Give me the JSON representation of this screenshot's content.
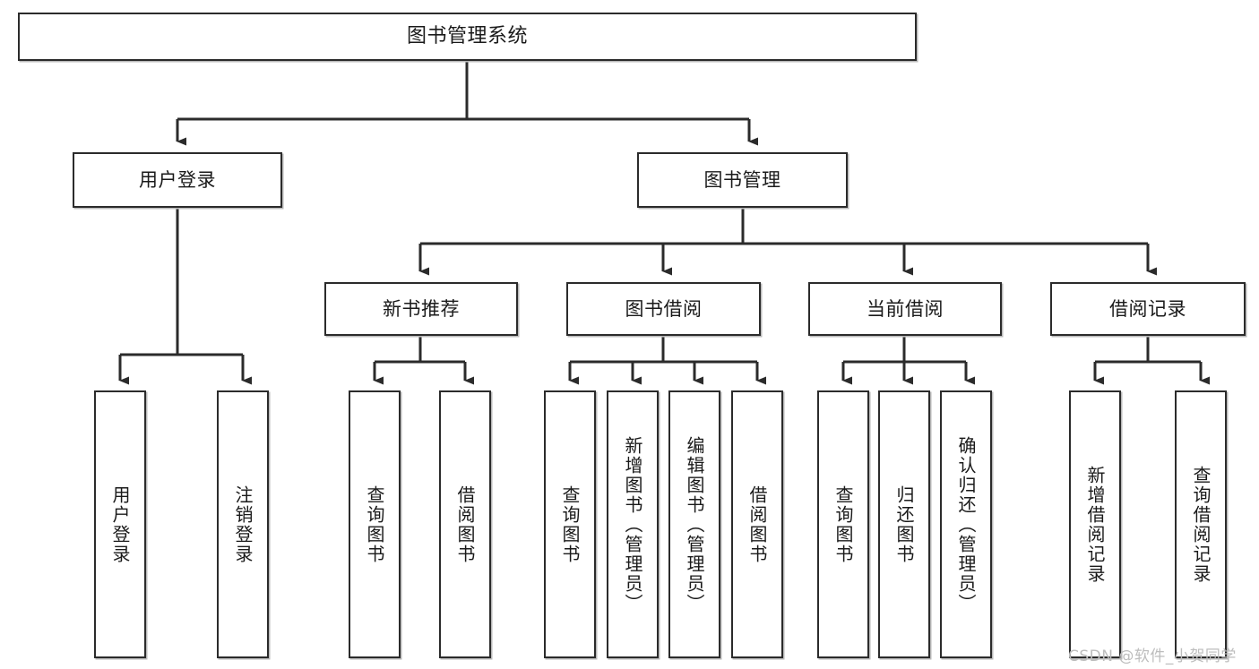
{
  "diagram": {
    "title": "图书管理系统",
    "type": "tree-hierarchy-chart",
    "watermark": "CSDN @软件_小贺同学",
    "colors": {
      "box_border": "#2b2b2b",
      "box_fill": "#ffffff",
      "connector": "#2b2b2b",
      "text": "#1a1a1a",
      "watermark": "#bdbdbd",
      "shadow": "#b9b9b9"
    },
    "nodes": {
      "root": {
        "label": "图书管理系统"
      },
      "level2": [
        {
          "id": "user-login",
          "label": "用户登录"
        },
        {
          "id": "book-management",
          "label": "图书管理"
        }
      ],
      "level3": [
        {
          "id": "new-book-recommend",
          "label": "新书推荐"
        },
        {
          "id": "book-borrow",
          "label": "图书借阅"
        },
        {
          "id": "current-borrow",
          "label": "当前借阅"
        },
        {
          "id": "borrow-record",
          "label": "借阅记录"
        }
      ],
      "leaves": {
        "user_login": [
          {
            "id": "leaf-user-login",
            "label": "用户登录"
          },
          {
            "id": "leaf-logout-login",
            "label": "注销登录"
          }
        ],
        "new_book_recommend": [
          {
            "id": "leaf-query-book-1",
            "label": "查询图书"
          },
          {
            "id": "leaf-borrow-book-1",
            "label": "借阅图书"
          }
        ],
        "book_borrow": [
          {
            "id": "leaf-query-book-2",
            "label": "查询图书"
          },
          {
            "id": "leaf-add-book",
            "label": "新增图书（管理员）"
          },
          {
            "id": "leaf-edit-book",
            "label": "编辑图书（管理员）"
          },
          {
            "id": "leaf-borrow-book-2",
            "label": "借阅图书"
          }
        ],
        "current_borrow": [
          {
            "id": "leaf-query-book-3",
            "label": "查询图书"
          },
          {
            "id": "leaf-return-book",
            "label": "归还图书"
          },
          {
            "id": "leaf-confirm-return",
            "label": "确认归还（管理员）"
          }
        ],
        "borrow_record": [
          {
            "id": "leaf-add-record",
            "label": "新增借阅记录"
          },
          {
            "id": "leaf-query-record",
            "label": "查询借阅记录"
          }
        ]
      }
    }
  }
}
